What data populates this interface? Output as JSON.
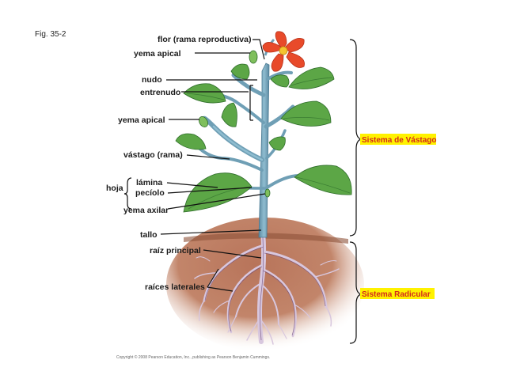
{
  "figure": {
    "label": "Fig. 35-2",
    "copyright": "Copyright © 2008 Pearson Education, Inc., publishing as Pearson Benjamin Cummings."
  },
  "labels": {
    "flower": "flor (rama reproductiva)",
    "apical_bud_top": "yema apical",
    "node": "nudo",
    "internode": "entrenudo",
    "apical_bud_side": "yema apical",
    "branch": "vástago (rama)",
    "blade": "lámina",
    "leaf": "hoja",
    "petiole": "pecíolo",
    "axillary_bud": "yema axilar",
    "stem": "tallo",
    "taproot": "raíz principal",
    "lateral_roots": "raíces laterales"
  },
  "systems": {
    "shoot": "Sistema de Vástago",
    "root": "Sistema Radicular"
  },
  "colors": {
    "label_highlight": "#fff200",
    "system_text": "#d42a1b",
    "leaf": "#5ca646",
    "stem": "#6f9fb5",
    "soil": "#a9694a",
    "root": "#d8c7de",
    "petal": "#e84a2a"
  }
}
